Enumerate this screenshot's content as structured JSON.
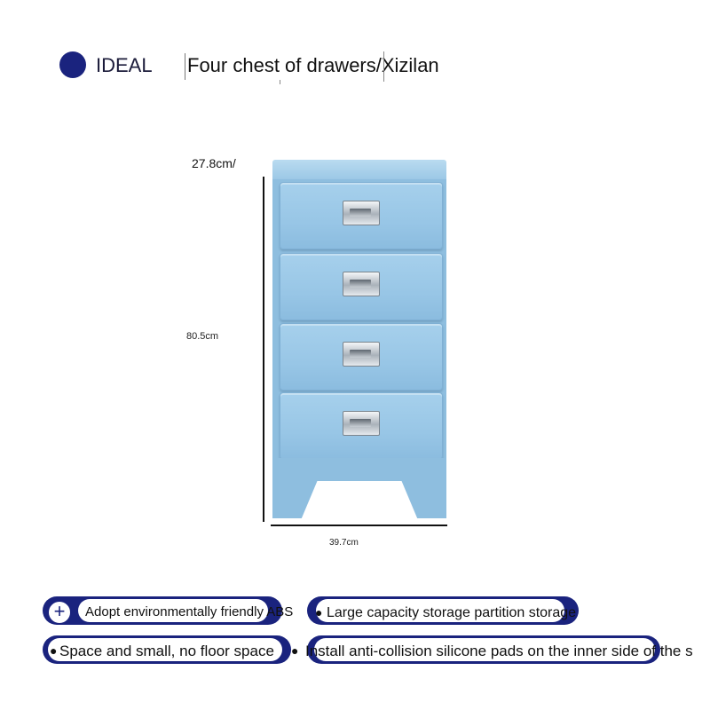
{
  "header": {
    "brand": "IDEAL",
    "title": "Four chest of drawers/Xizilan"
  },
  "dimensions": {
    "depth": "27.8cm/",
    "height": "80.5cm",
    "width": "39.7cm"
  },
  "product": {
    "color": "#98c6e6",
    "drawer_count": 4
  },
  "features": [
    "Adopt environmentally friendly ABS",
    "Large capacity storage partition storage",
    "Space and small, no floor space",
    "Install anti-collision silicone pads on the inner side of the s"
  ],
  "colors": {
    "accent": "#1a237e"
  },
  "icons": {
    "brand": "circle-logo-icon",
    "feature_1": "plus-icon"
  }
}
